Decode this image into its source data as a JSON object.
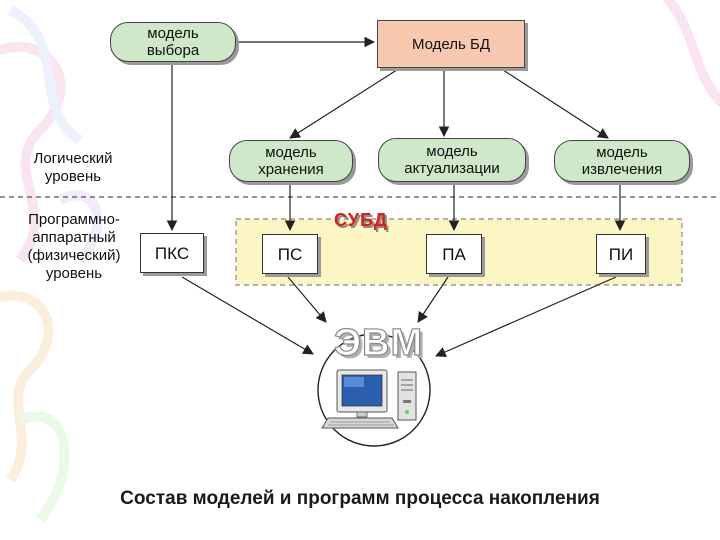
{
  "nodes": {
    "model_vybora": "модель\nвыбора",
    "model_bd": "Модель БД",
    "model_hraneniya": "модель\nхранения",
    "model_aktualizacii": "модель\nактуализации",
    "model_izvlecheniya": "модель\nизвлечения",
    "pks": "ПКС",
    "ps": "ПС",
    "pa": "ПА",
    "pi": "ПИ"
  },
  "levels": {
    "logical": "Логический\nуровень",
    "physical": "Программно-\nаппаратный\n(физический)\nуровень"
  },
  "subd_label": "СУБД",
  "evm_label": "ЭВМ",
  "caption": "Состав моделей и программ процесса накопления",
  "colors": {
    "oval_fill": "#cfe8c9",
    "db_fill": "#f8c8b0",
    "subd_zone": "#fbf6c4",
    "subd_text": "#d62020"
  }
}
